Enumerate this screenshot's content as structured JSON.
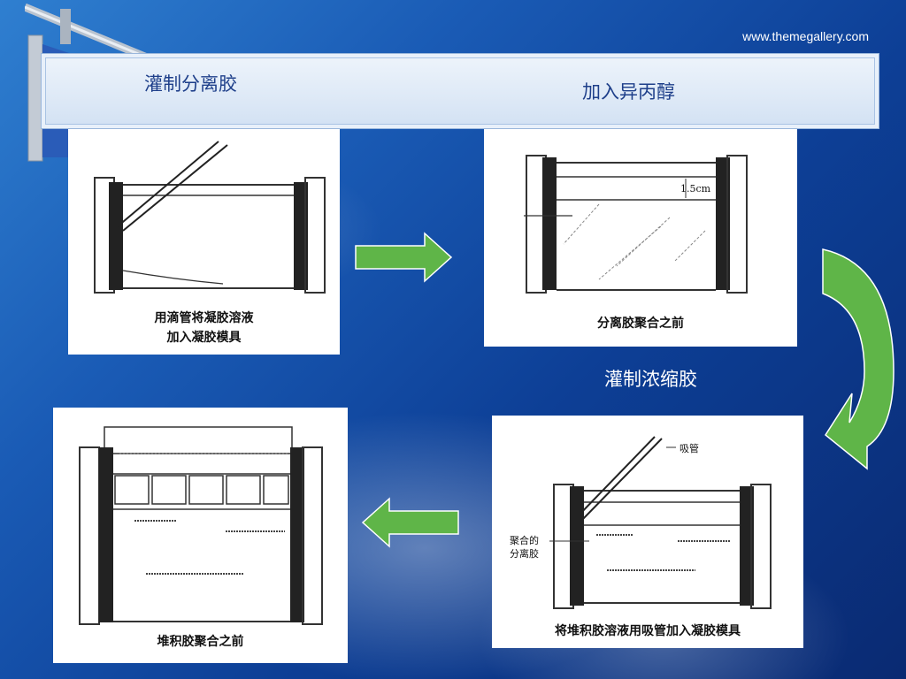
{
  "header": {
    "url": "www.themegallery.com"
  },
  "labels": {
    "step1": "灌制分离胶",
    "step2": "加入异丙醇",
    "step3": "灌制浓缩胶"
  },
  "panels": {
    "p1": {
      "caption_line1": "用滴管将凝胶溶液",
      "caption_line2": "加入凝胶模具"
    },
    "p2": {
      "caption": "分离胶聚合之前",
      "dimension": "1.5cm"
    },
    "p3": {
      "caption": "将堆积胶溶液用吸管加入凝胶模具",
      "pipette_label": "吸管",
      "gel_label_line1": "聚合的",
      "gel_label_line2": "分离胶"
    },
    "p4": {
      "caption": "堆积胶聚合之前"
    }
  },
  "colors": {
    "arrow_green": "#5fb548",
    "banner_text": "#1e3f8a"
  }
}
